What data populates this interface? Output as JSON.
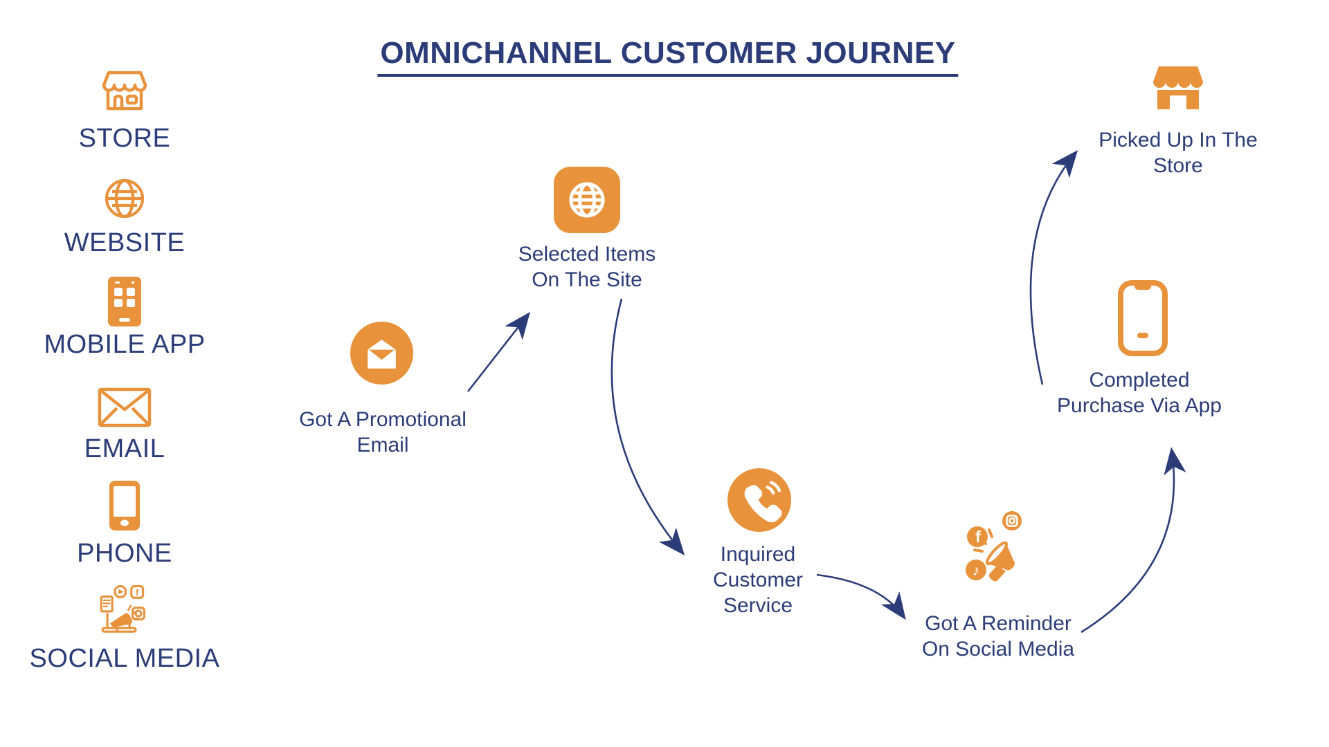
{
  "title": "OMNICHANNEL CUSTOMER JOURNEY",
  "colors": {
    "orange": "#E8923C",
    "navy": "#2B3C78"
  },
  "sidebar": {
    "items": [
      {
        "label": "STORE",
        "icon": "store-outline-icon"
      },
      {
        "label": "WEBSITE",
        "icon": "globe-outline-icon"
      },
      {
        "label": "MOBILE APP",
        "icon": "mobile-app-icon"
      },
      {
        "label": "EMAIL",
        "icon": "envelope-outline-icon"
      },
      {
        "label": "PHONE",
        "icon": "phone-filled-icon"
      },
      {
        "label": "SOCIAL MEDIA",
        "icon": "social-media-icon"
      }
    ]
  },
  "journey": {
    "steps": [
      {
        "id": "promo-email",
        "label": "Got A Promotional\nEmail",
        "icon": "email-circle-icon"
      },
      {
        "id": "selected-items",
        "label": "Selected Items\nOn The Site",
        "icon": "globe-badge-icon"
      },
      {
        "id": "customer-service",
        "label": "Inquired\nCustomer\nService",
        "icon": "phone-call-circle-icon"
      },
      {
        "id": "social-reminder",
        "label": "Got A Reminder\nOn Social Media",
        "icon": "social-megaphone-icon"
      },
      {
        "id": "app-purchase",
        "label": "Completed\nPurchase Via App",
        "icon": "smartphone-outline-icon"
      },
      {
        "id": "store-pickup",
        "label": "Picked Up In The\nStore",
        "icon": "store-filled-icon"
      }
    ],
    "arrows": [
      {
        "from": "promo-email",
        "to": "selected-items"
      },
      {
        "from": "selected-items",
        "to": "customer-service"
      },
      {
        "from": "customer-service",
        "to": "social-reminder"
      },
      {
        "from": "social-reminder",
        "to": "app-purchase"
      },
      {
        "from": "app-purchase",
        "to": "store-pickup"
      }
    ]
  }
}
